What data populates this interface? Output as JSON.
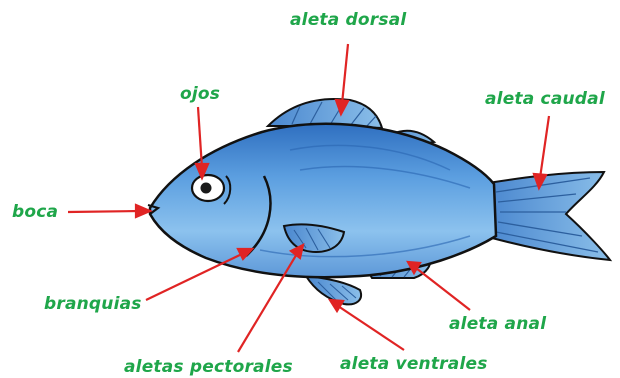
{
  "colors": {
    "label": "#1fa64a",
    "arrow": "#e02424",
    "fish_light": "#8ec2ea",
    "fish_mid": "#4d8fd6",
    "fish_dark": "#1f5fae",
    "outline": "#111111"
  },
  "labels": {
    "dorsal": "aleta dorsal",
    "caudal": "aleta caudal",
    "ojos": "ojos",
    "boca": "boca",
    "branquias": "branquias",
    "pectorales": "aletas pectorales",
    "ventrales": "aleta ventrales",
    "anal": "aleta anal"
  }
}
